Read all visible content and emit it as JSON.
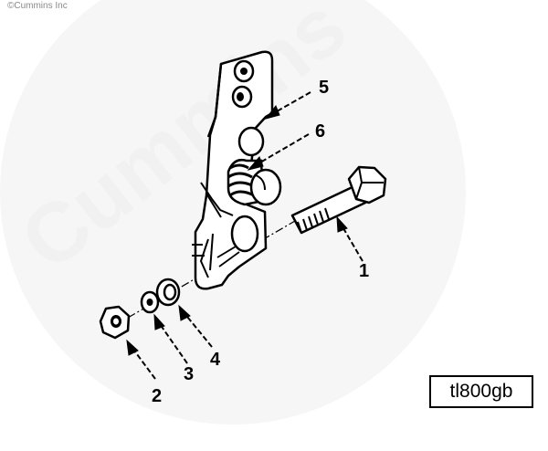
{
  "copyright": "©Cummins Inc",
  "watermark": "Cummins",
  "drawing_code": "tl800gb",
  "callouts": [
    "1",
    "2",
    "3",
    "4",
    "5",
    "6"
  ],
  "parts": [
    {
      "name": "capscrew",
      "callout": "1"
    },
    {
      "name": "hex-nut",
      "callout": "2"
    },
    {
      "name": "flat-washer",
      "callout": "3"
    },
    {
      "name": "lock-washer",
      "callout": "4"
    },
    {
      "name": "lever-bracket",
      "callout": "5"
    },
    {
      "name": "spring-roller",
      "callout": "6"
    }
  ],
  "colors": {
    "ink": "#000000",
    "watermark": "#f1f1f1",
    "copyright": "#8a8a8a"
  }
}
